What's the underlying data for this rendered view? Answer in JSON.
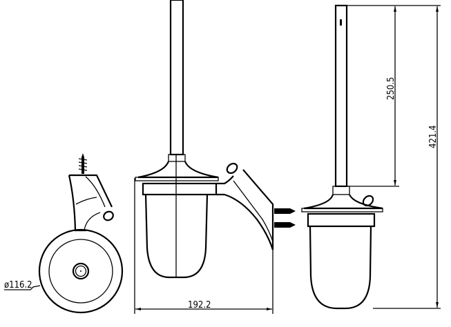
{
  "drawing": {
    "views": [
      "top-view",
      "side-view",
      "front-view"
    ],
    "dimensions": {
      "diameter": "ø116.2",
      "width": "192.2",
      "handle_length": "250.5",
      "total_height": "421.4"
    },
    "line_color": "#000000",
    "background": "#ffffff"
  }
}
